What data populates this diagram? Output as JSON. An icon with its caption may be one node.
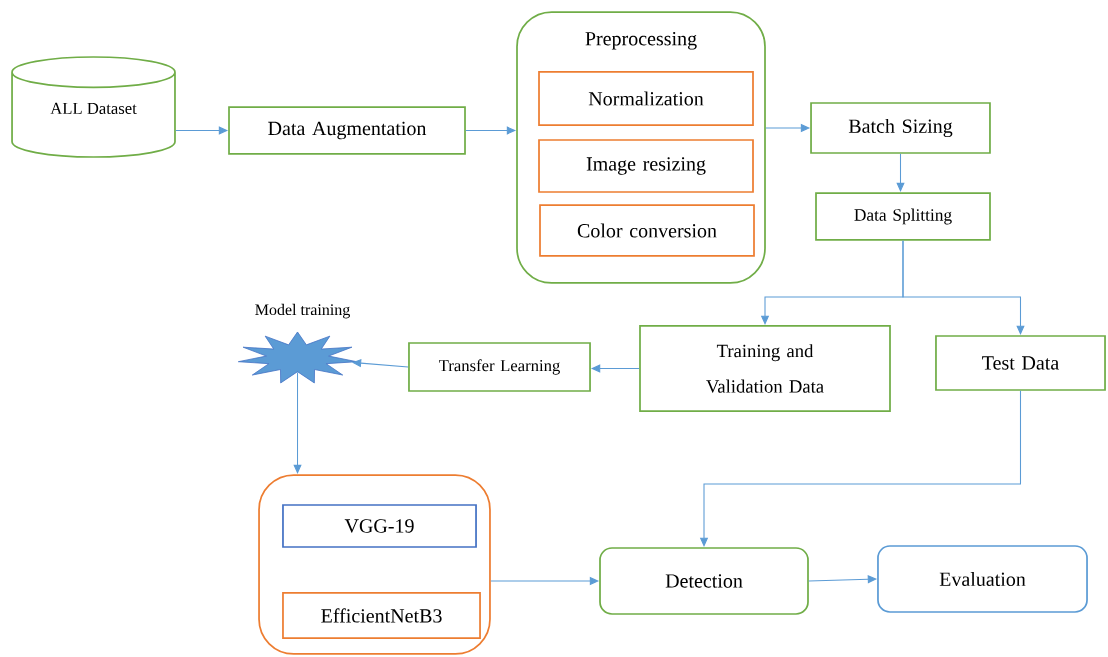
{
  "diagram": {
    "nodes": [
      {
        "text": [
          "ALL Dataset"
        ]
      },
      {
        "text": [
          "Data Augmentation"
        ]
      },
      {
        "text": [
          "Preprocessing"
        ]
      },
      {
        "text": [
          "Normalization"
        ],
        "in": 2
      },
      {
        "text": [
          "Image resizing"
        ],
        "in": 2
      },
      {
        "text": [
          "Color conversion"
        ],
        "in": 2
      },
      {
        "text": [
          "Batch Sizing"
        ]
      },
      {
        "text": [
          "Data Splitting"
        ]
      },
      {
        "text": [
          "Training and Validation Data"
        ]
      },
      {
        "text": [
          "Test Data"
        ]
      },
      {
        "text": [
          "Transfer Learning"
        ]
      },
      {
        "text": [],
        "shape": "star",
        "beside": [
          "Model training"
        ]
      },
      {
        "text": [],
        "shape": "box"
      },
      {
        "text": [
          "VGG-19"
        ],
        "in": 12
      },
      {
        "text": [
          "EfficientNetB3"
        ],
        "in": 12
      },
      {
        "text": [
          "Detection"
        ]
      },
      {
        "text": [
          "Evaluation"
        ]
      }
    ],
    "edges": [
      {
        "from": 0,
        "to": 1,
        "arrow": "to"
      },
      {
        "from": 1,
        "to": 2,
        "arrow": "to"
      },
      {
        "from": 2,
        "to": 6,
        "arrow": "to"
      },
      {
        "from": 6,
        "to": 7,
        "arrow": "to"
      },
      {
        "from": 7,
        "to": 8,
        "arrow": "to"
      },
      {
        "from": 7,
        "to": 9,
        "arrow": "to"
      },
      {
        "from": 8,
        "to": 10,
        "arrow": "to"
      },
      {
        "from": 10,
        "to": 11,
        "arrow": "to"
      },
      {
        "from": 11,
        "to": 12,
        "arrow": "to"
      },
      {
        "from": 9,
        "to": 15,
        "arrow": "to"
      },
      {
        "from": 12,
        "to": 15,
        "arrow": "to"
      },
      {
        "from": 15,
        "to": 16,
        "arrow": "to"
      }
    ]
  }
}
